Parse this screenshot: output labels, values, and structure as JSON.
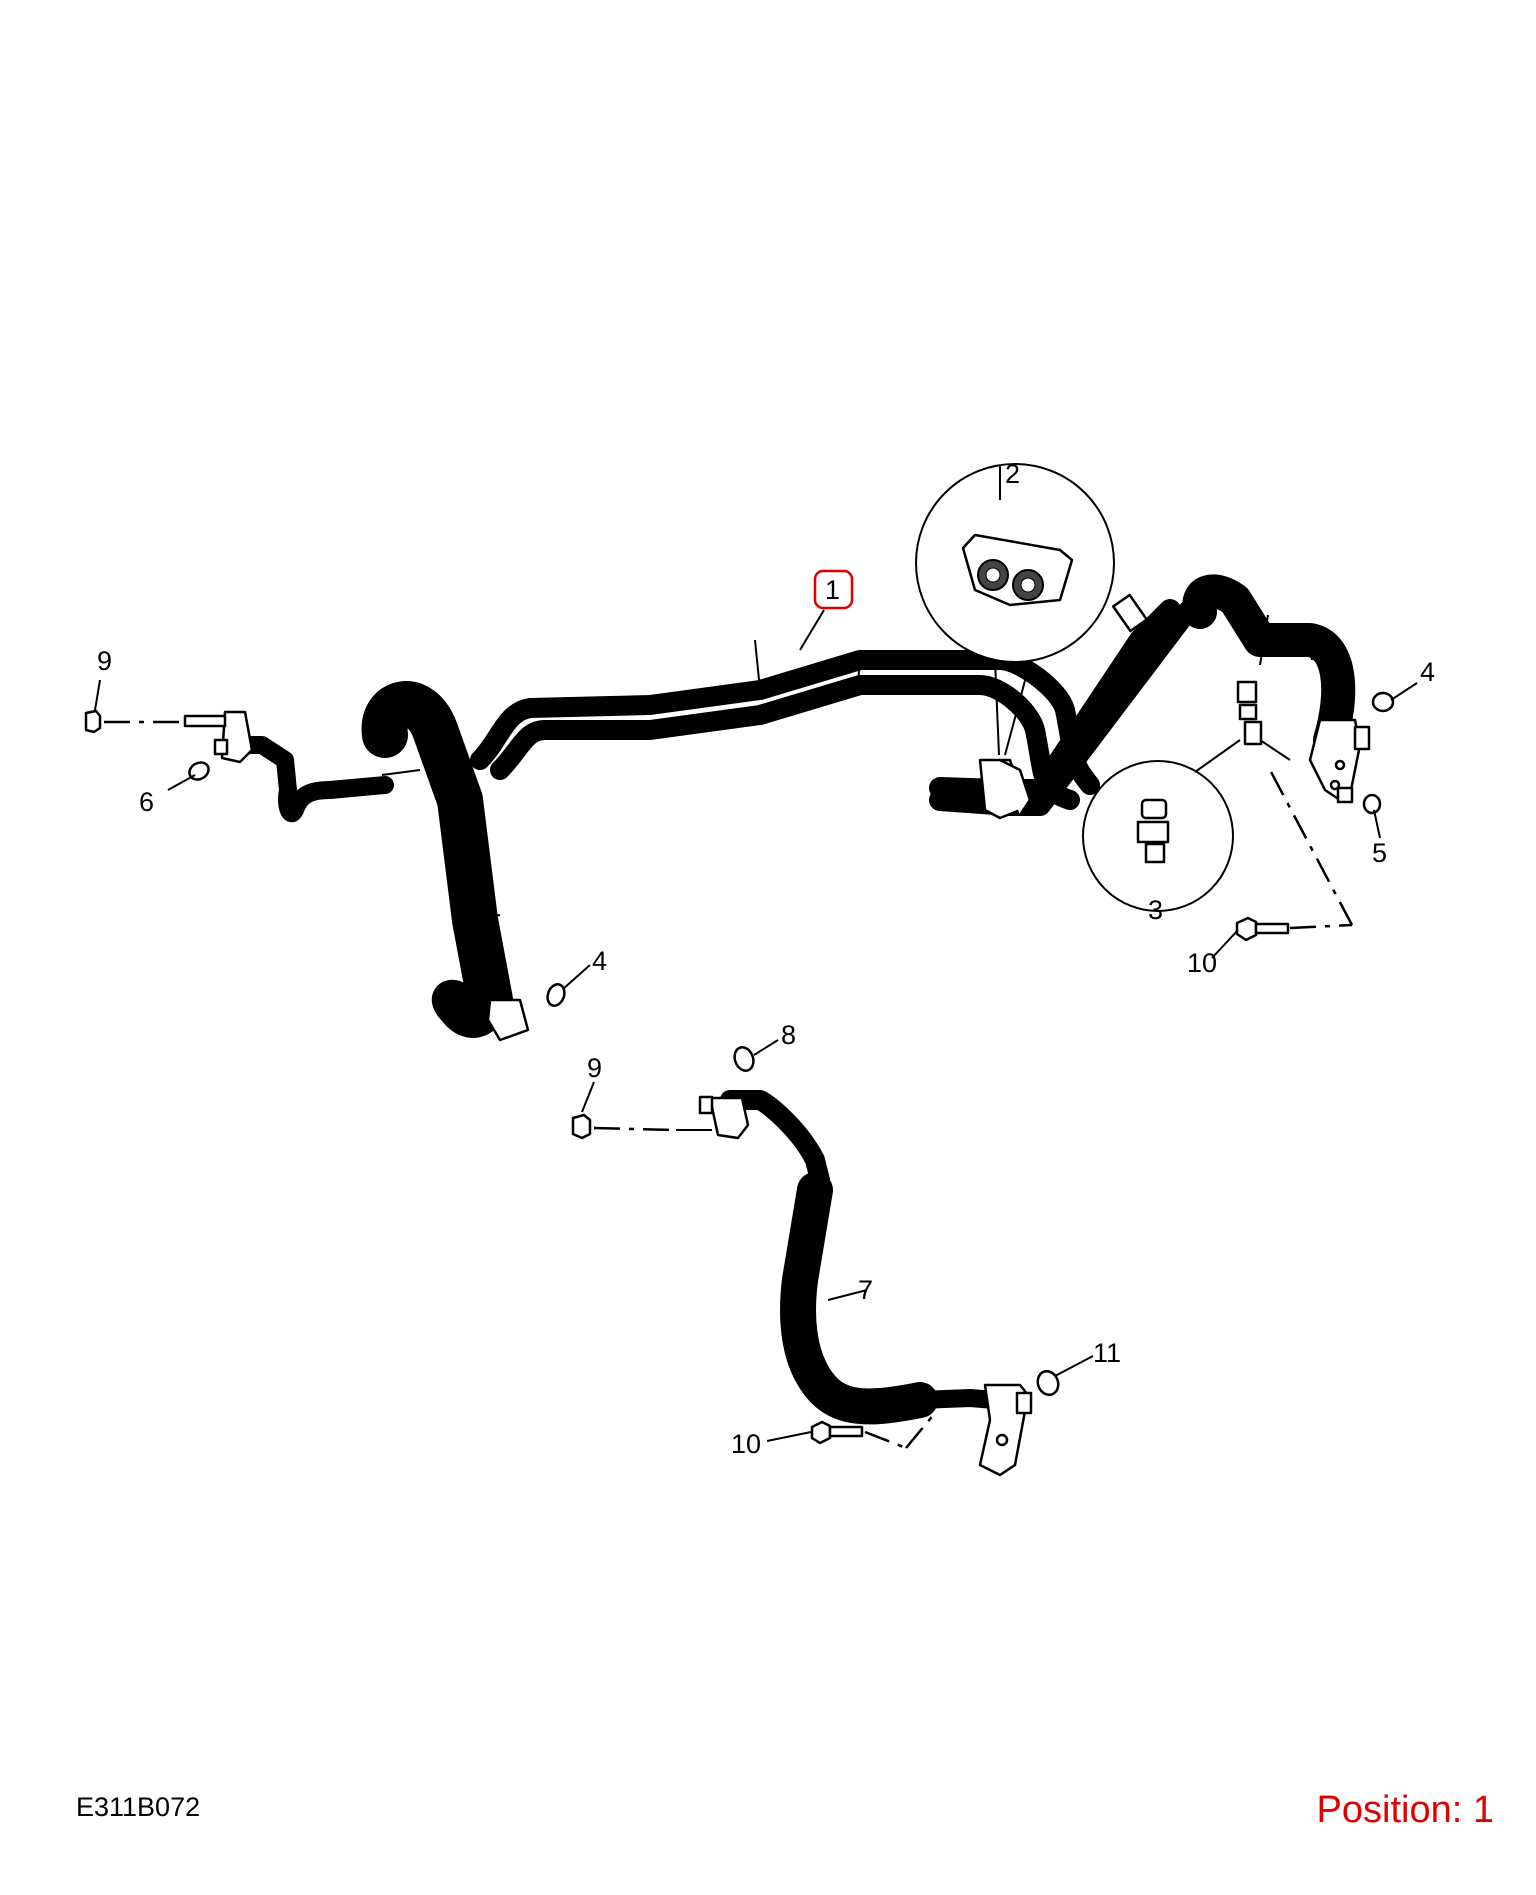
{
  "diagram": {
    "code": "E311B072",
    "position_label": "Position: 1",
    "highlight_color": "#e00000",
    "line_color": "#000000",
    "highlighted_callout": "1",
    "callouts": [
      "1",
      "2",
      "3",
      "4",
      "4",
      "5",
      "6",
      "7",
      "8",
      "9",
      "9",
      "10",
      "10",
      "11"
    ]
  }
}
